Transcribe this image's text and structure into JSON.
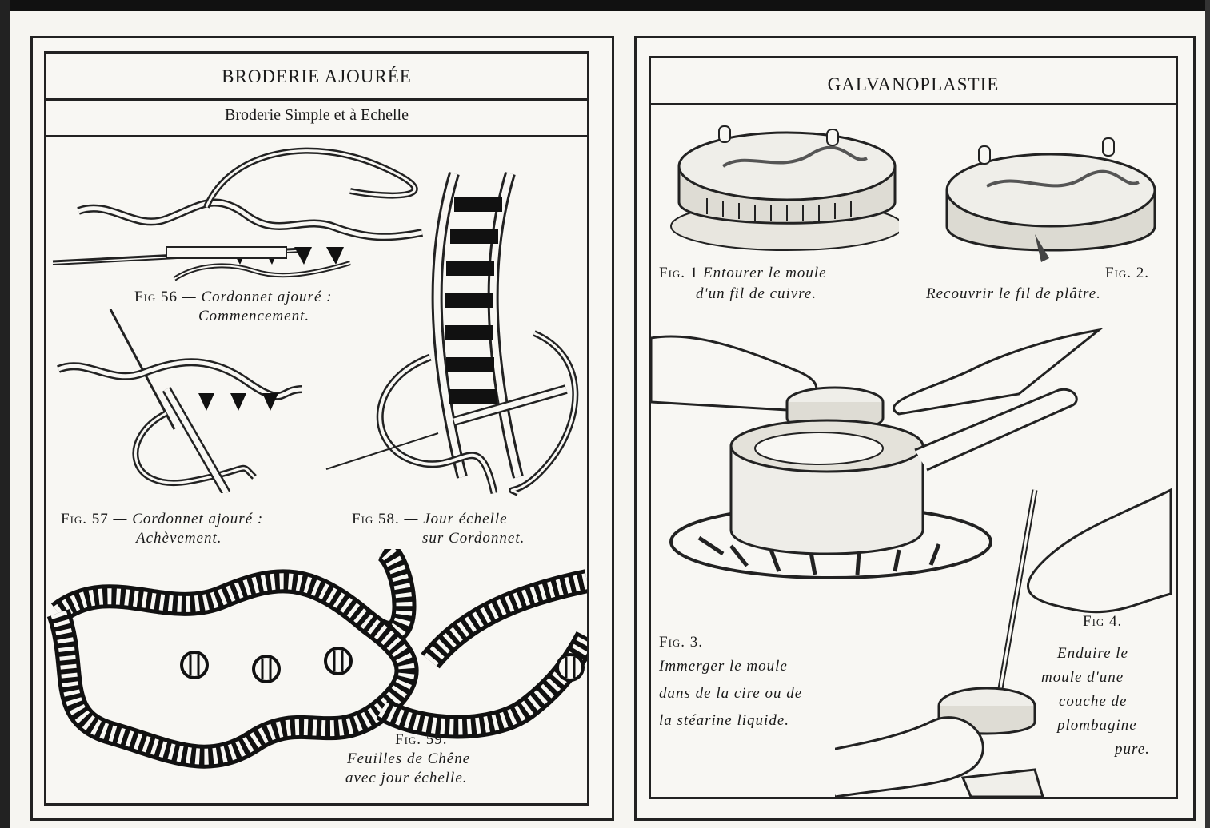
{
  "left_panel": {
    "title": "BRODERIE AJOURÉE",
    "subtitle": "Broderie Simple et à Echelle",
    "fig56": {
      "label": "Fig 56",
      "line1": "— Cordonnet ajouré :",
      "line2": "Commencement."
    },
    "fig57": {
      "label": "Fig. 57",
      "line1": "— Cordonnet ajouré :",
      "line2": "Achèvement."
    },
    "fig58": {
      "label": "Fig 58.",
      "line1": "— Jour échelle",
      "line2": "sur Cordonnet."
    },
    "fig59": {
      "label": "Fig. 59.",
      "line1": "Feuilles de Chêne",
      "line2": "avec jour échelle."
    }
  },
  "right_panel": {
    "title": "GALVANOPLASTIE",
    "fig1": {
      "label": "Fig. 1",
      "line1": "Entourer le moule",
      "line2": "d'un fil de cuivre."
    },
    "fig2": {
      "label": "Fig. 2.",
      "line1": "Recouvrir le fil de plâtre."
    },
    "fig3": {
      "label": "Fig. 3.",
      "line1": "Immerger le moule",
      "line2": "dans de la cire ou de",
      "line3": "la stéarine liquide."
    },
    "fig4": {
      "label": "Fig 4.",
      "line1": "Enduire le",
      "line2": "moule d'une",
      "line3": "couche de",
      "line4": "plombagine",
      "line5": "pure."
    }
  }
}
